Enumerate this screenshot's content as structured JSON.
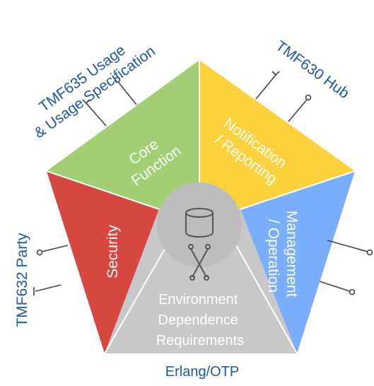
{
  "segments": {
    "core": {
      "lines": [
        "Core",
        "Function"
      ],
      "color": "#a3cf74"
    },
    "notification": {
      "lines": [
        "Notification",
        "/ Reporting"
      ],
      "color": "#fdd13b"
    },
    "management": {
      "lines": [
        "Management",
        "/ Operation"
      ],
      "color": "#7aaefb"
    },
    "security": {
      "lines": [
        "Security"
      ],
      "color": "#d64740"
    },
    "environment": {
      "lines": [
        "Environment",
        "Dependence",
        "Requirements"
      ],
      "color": "#c8c8c8"
    }
  },
  "center": {
    "color": "#bdbdbd",
    "icons": [
      "database-icon",
      "tools-icon"
    ]
  },
  "interfaces": {
    "usage": {
      "lines": [
        "TMF635 Usage",
        "& Usage Specification"
      ]
    },
    "hub": {
      "lines": [
        "TMF630 Hub"
      ]
    },
    "party": {
      "lines": [
        "TMF632 Party"
      ]
    }
  },
  "base": {
    "label": "Erlang/OTP"
  },
  "colors": {
    "text_blue": "#1f57a8",
    "connector": "#444444",
    "white": "#ffffff"
  }
}
